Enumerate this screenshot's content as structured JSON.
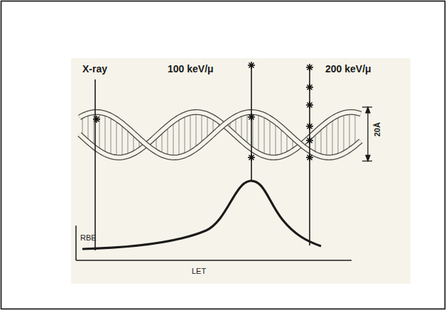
{
  "diagram": {
    "labels": [
      "X-ray",
      "100 keV/μ",
      "200 keV/μ",
      "20Å",
      "RBE",
      "LET"
    ]
  }
}
